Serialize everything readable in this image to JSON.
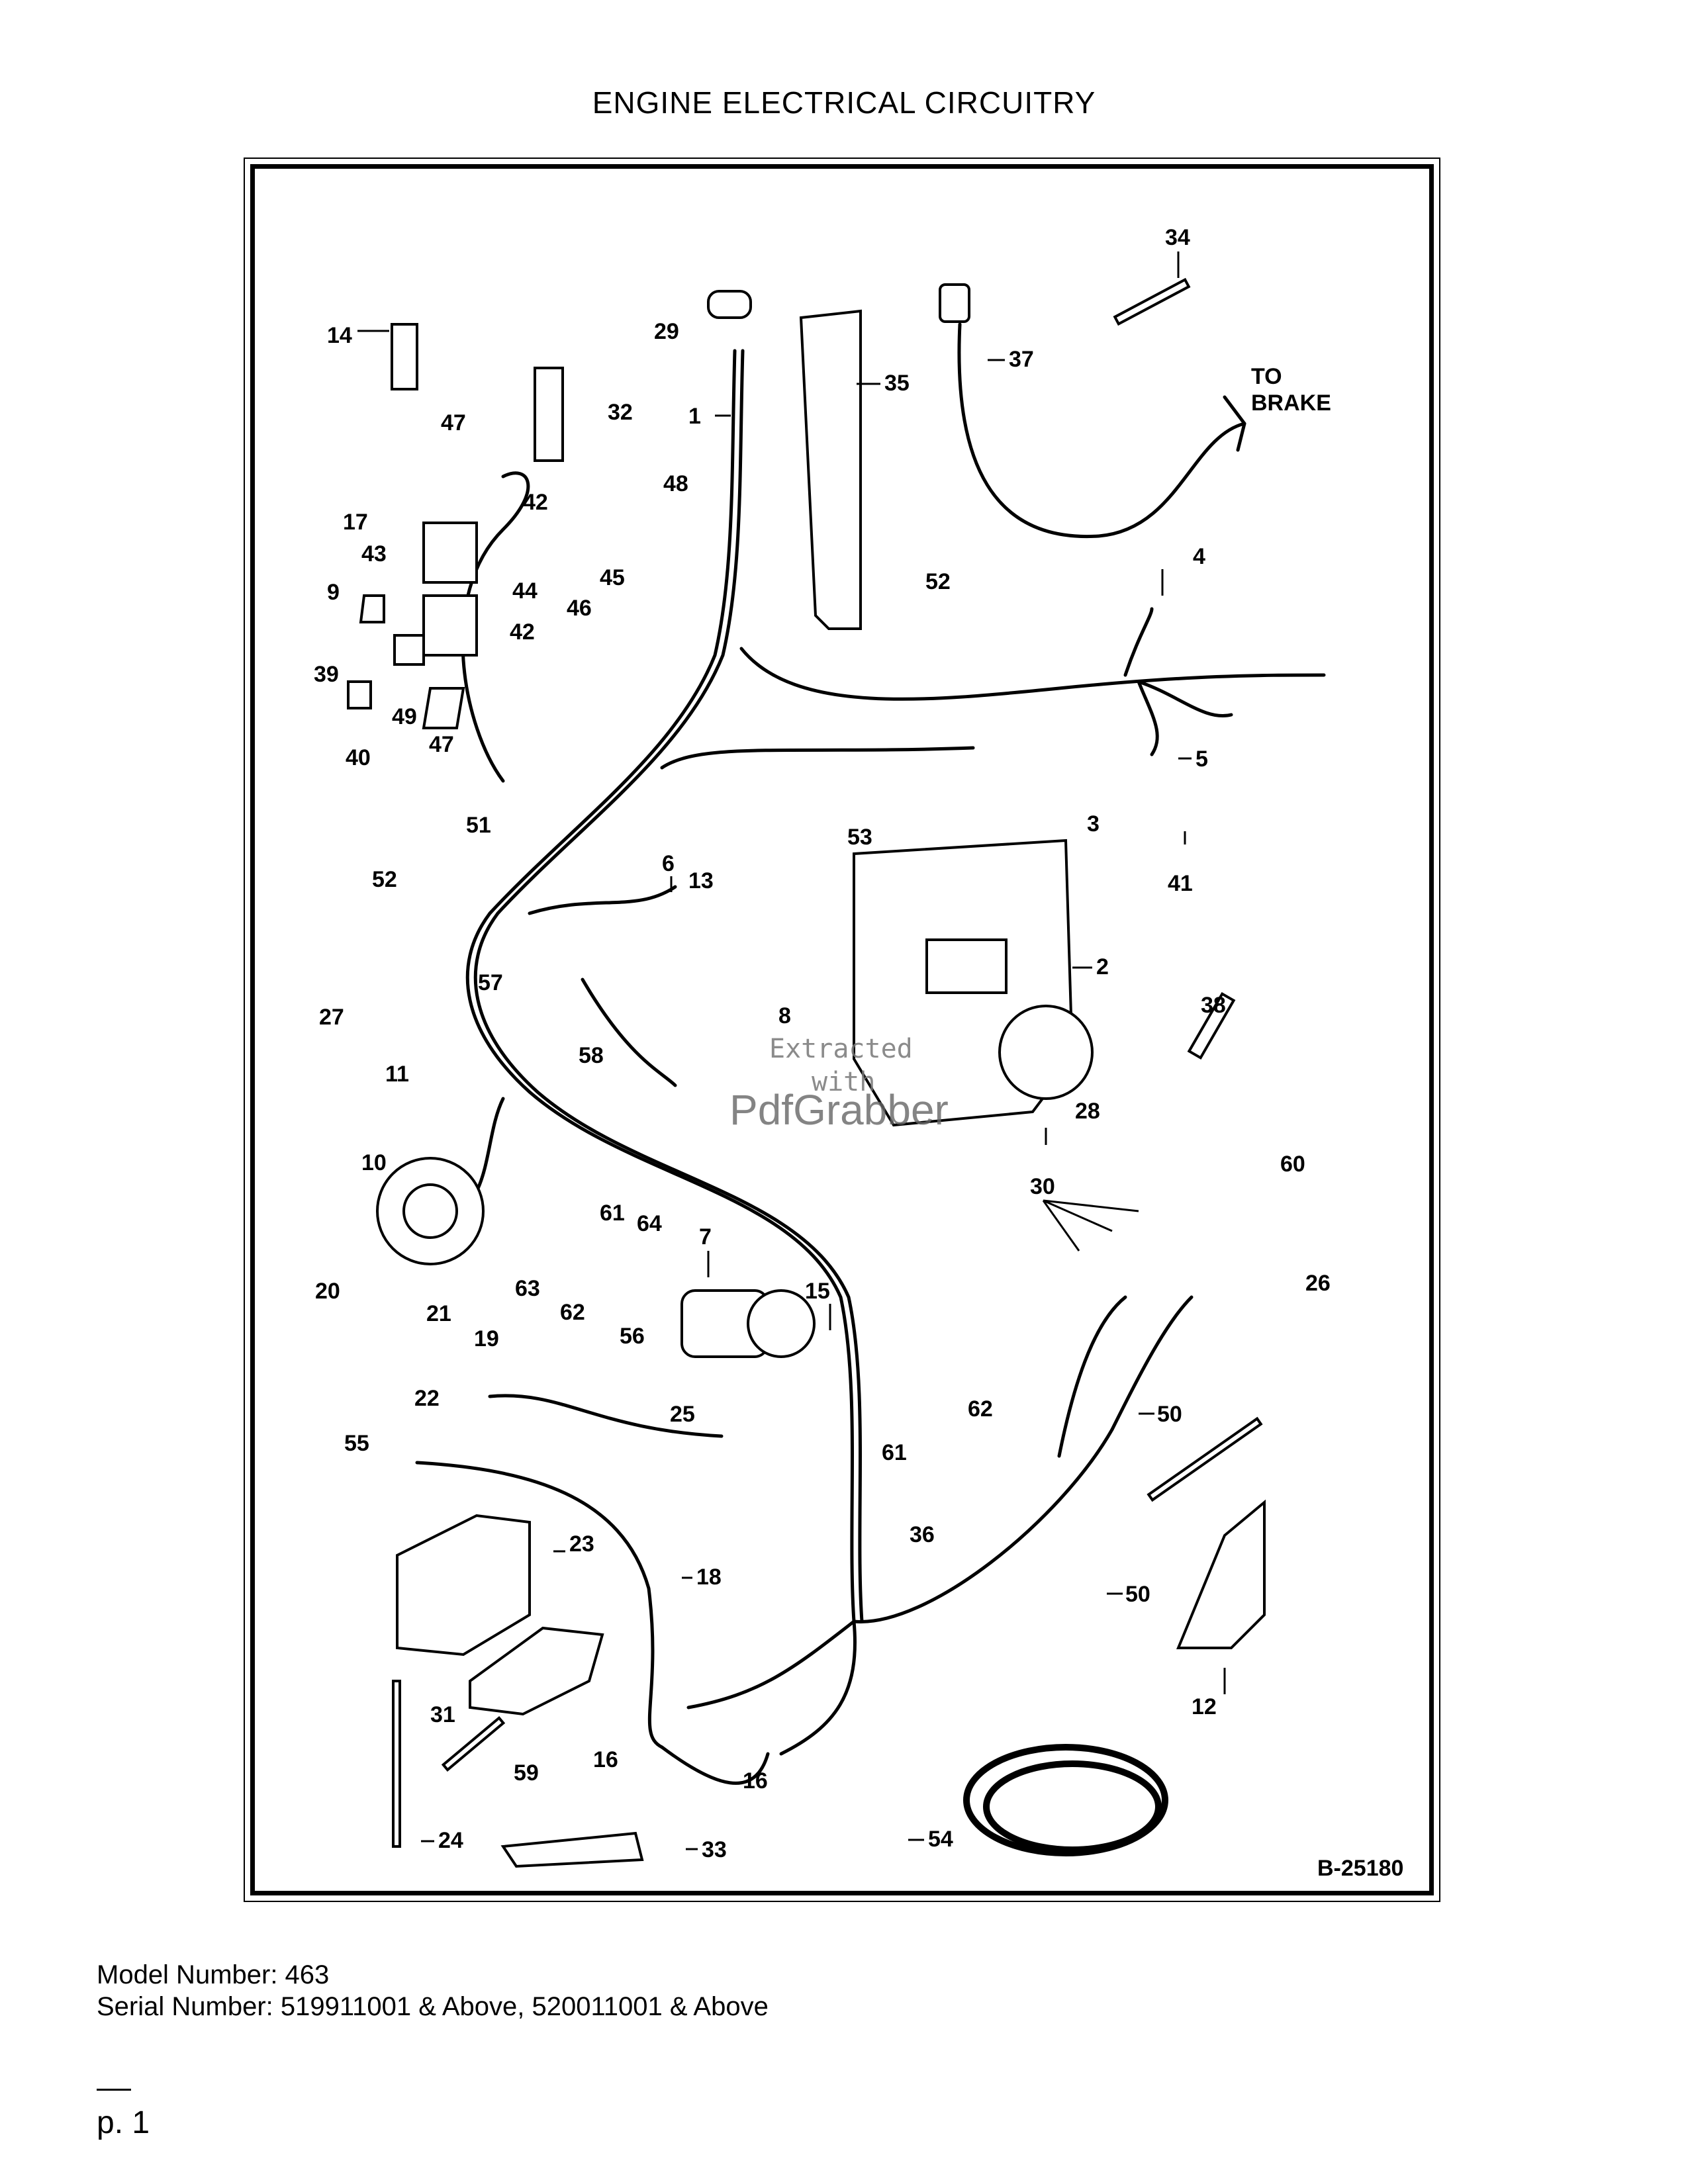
{
  "page": {
    "title": "ENGINE ELECTRICAL CIRCUITRY",
    "model_line": "Model Number: 463",
    "serial_line": "Serial Number: 519911001 & Above, 520011001 & Above",
    "page_number": "p. 1"
  },
  "diagram": {
    "figure_id": "B-25180",
    "brake_label": [
      "TO",
      "BRAKE"
    ],
    "watermark": [
      "Extracted",
      "with",
      "PdfGrabber"
    ],
    "callouts": [
      "1",
      "2",
      "3",
      "4",
      "5",
      "6",
      "7",
      "8",
      "9",
      "10",
      "11",
      "12",
      "13",
      "14",
      "15",
      "16",
      "16",
      "17",
      "18",
      "19",
      "20",
      "21",
      "22",
      "23",
      "24",
      "25",
      "26",
      "27",
      "28",
      "29",
      "30",
      "31",
      "32",
      "33",
      "34",
      "35",
      "36",
      "37",
      "38",
      "39",
      "40",
      "41",
      "42",
      "42",
      "43",
      "44",
      "45",
      "46",
      "47",
      "47",
      "48",
      "49",
      "50",
      "50",
      "51",
      "52",
      "52",
      "53",
      "54",
      "55",
      "56",
      "57",
      "58",
      "59",
      "60",
      "61",
      "61",
      "62",
      "62",
      "63",
      "64"
    ]
  }
}
